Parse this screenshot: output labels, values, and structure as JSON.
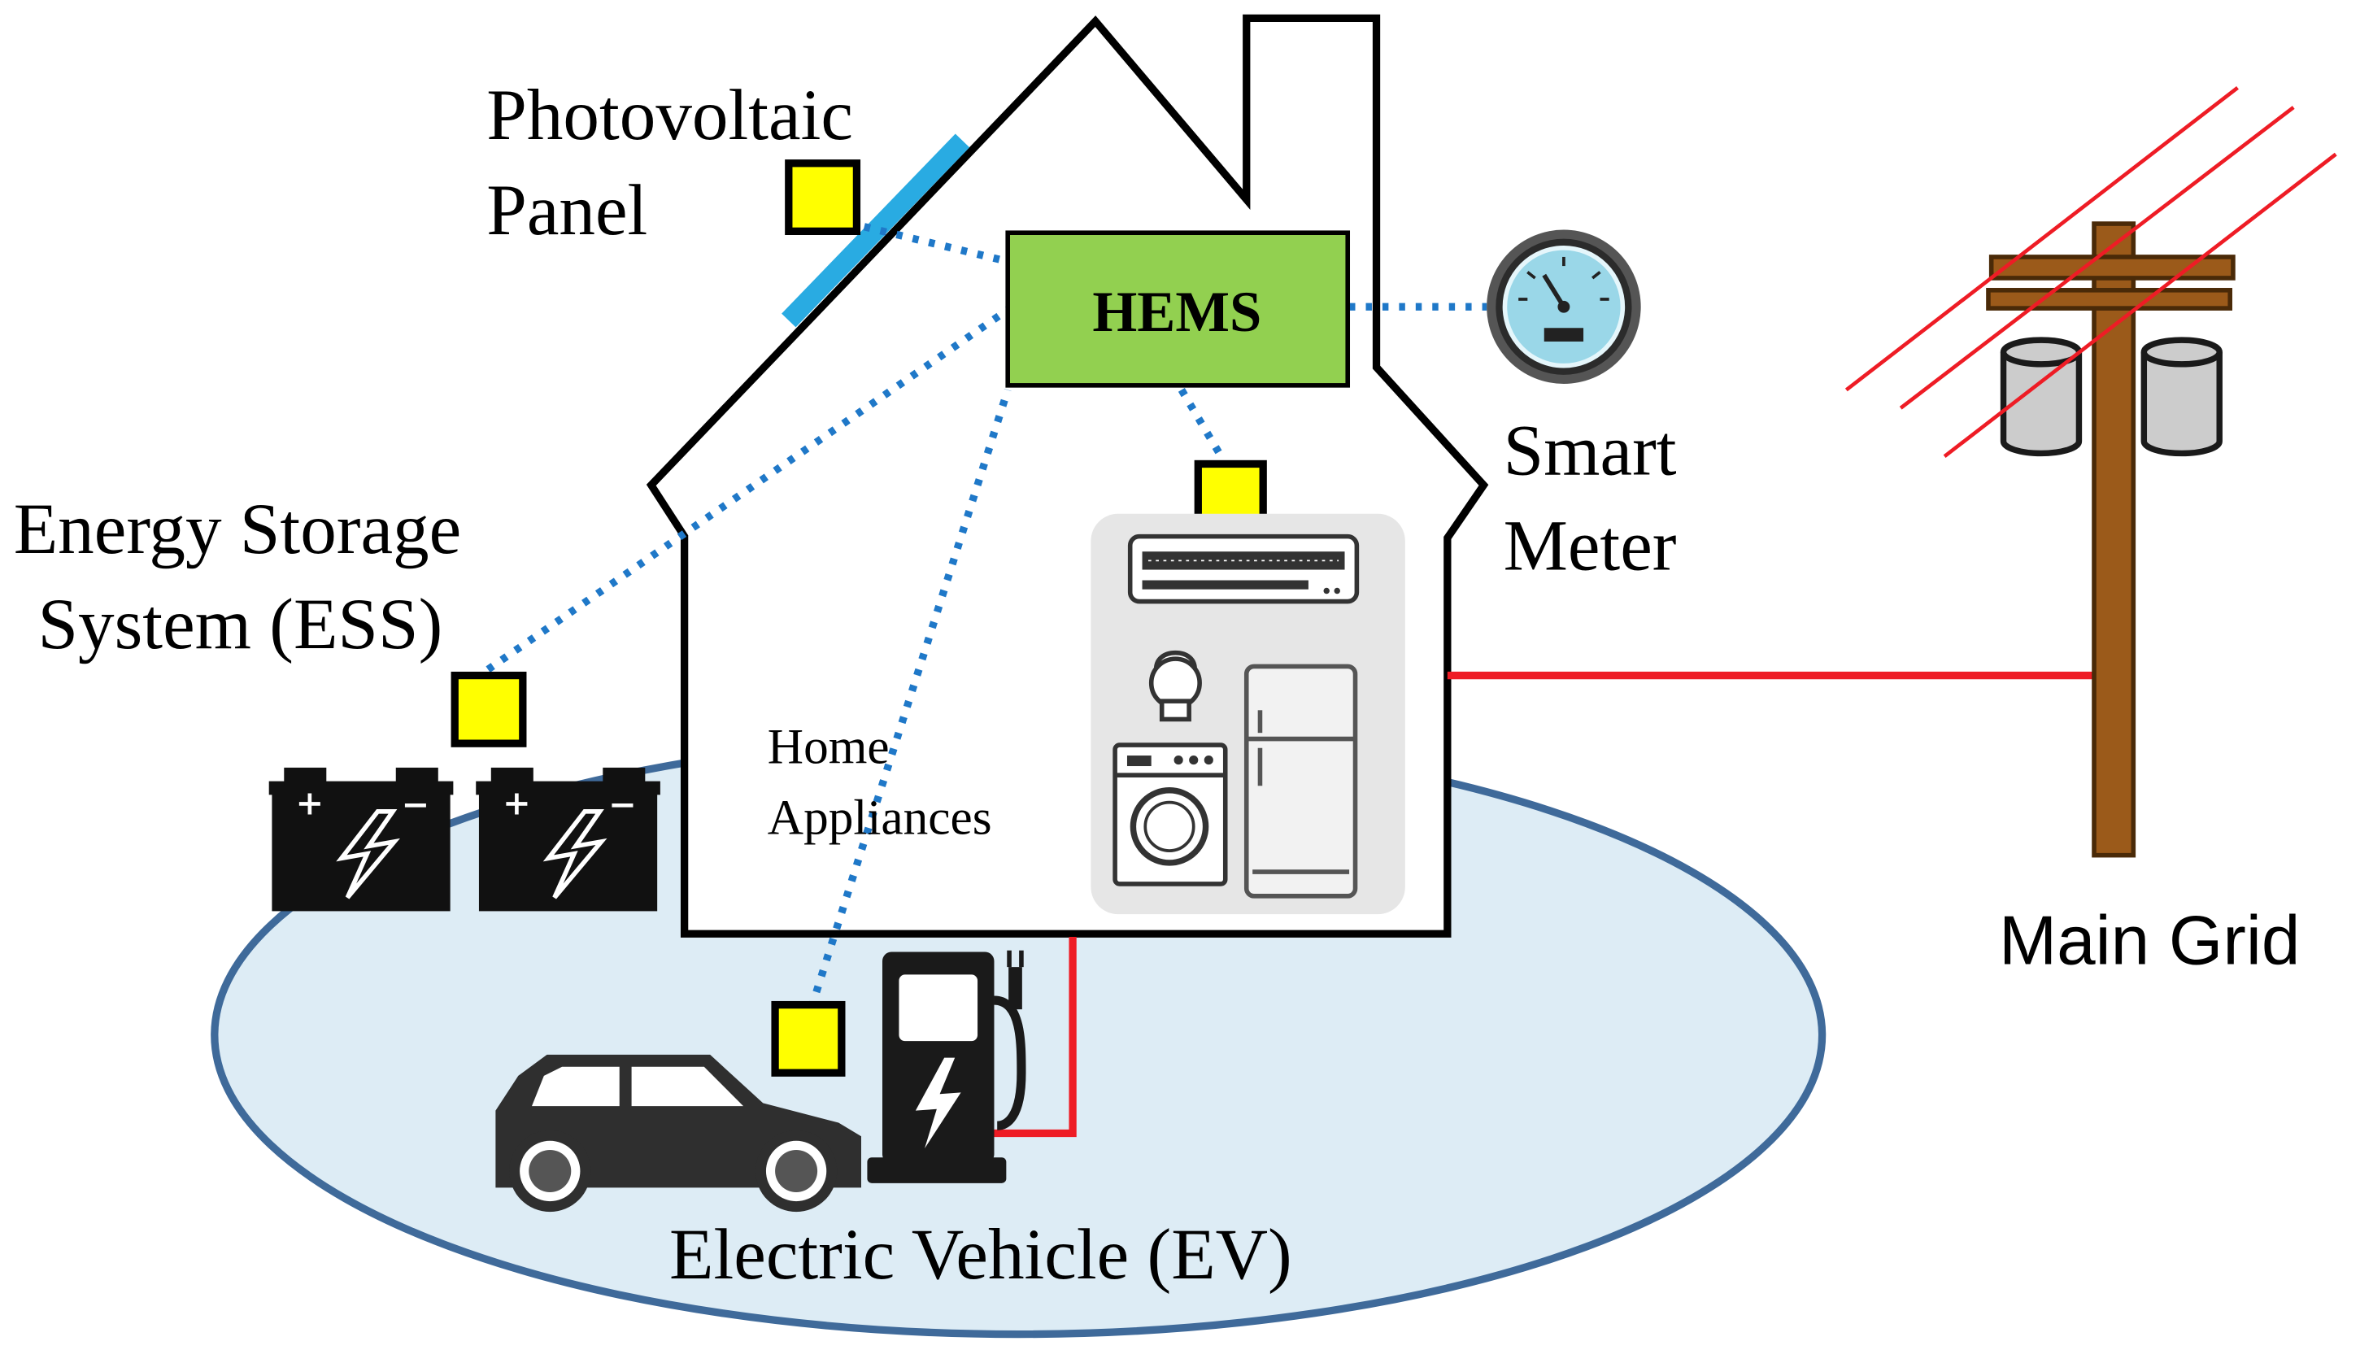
{
  "labels": {
    "pv_line1": "Photovoltaic",
    "pv_line2": "Panel",
    "hems": "HEMS",
    "meter_line1": "Smart",
    "meter_line2": "Meter",
    "ess_line1": "Energy Storage",
    "ess_line2": "System (ESS)",
    "appliances_line1": "Home",
    "appliances_line2": "Appliances",
    "grid": "Main Grid",
    "ev": "Electric Vehicle (EV)"
  },
  "colors": {
    "hems_fill": "#92d050",
    "sensor_fill": "#ffff00",
    "comm_link": "#1f78c8",
    "power_line": "#ee1c25",
    "pv_panel": "#29abe2",
    "ground_fill": "#ddecf5",
    "ground_stroke": "#3f6a9a",
    "pole": "#9b5a1a",
    "appliance_panel": "#e6e6e6"
  },
  "icons": {
    "pv": "solar-panel-icon",
    "meter": "gauge-icon",
    "battery": "battery-icon",
    "ac": "air-conditioner-icon",
    "bulb": "light-bulb-icon",
    "washer": "washing-machine-icon",
    "fridge": "refrigerator-icon",
    "charger": "ev-charger-icon",
    "car": "car-icon",
    "pole": "utility-pole-icon",
    "transformer": "transformer-icon"
  }
}
